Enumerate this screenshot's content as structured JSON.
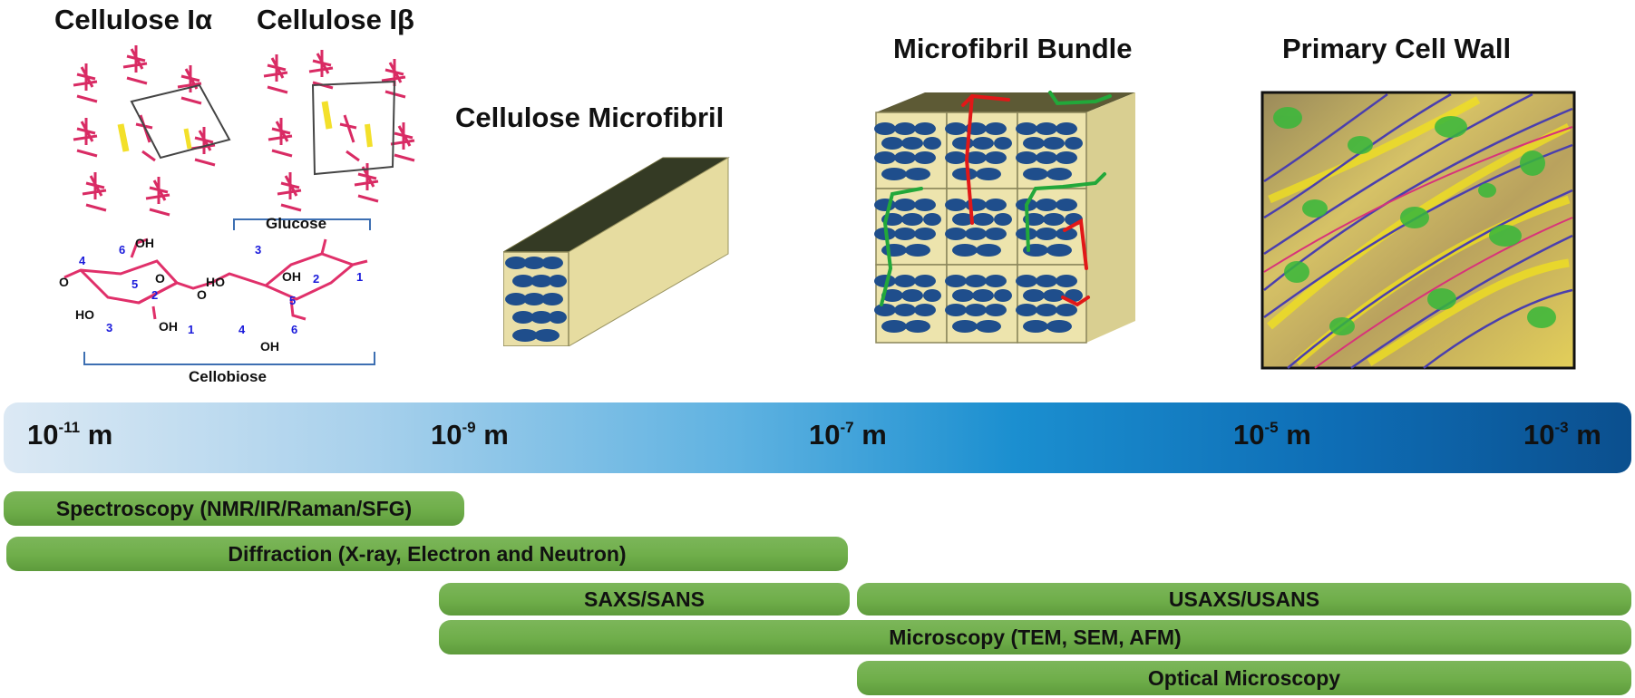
{
  "panels": {
    "cellulose_ia": "Cellulose Iα",
    "cellulose_ib": "Cellulose Iβ",
    "microfibril": "Cellulose Microfibril",
    "bundle": "Microfibril Bundle",
    "cell_wall": "Primary Cell Wall"
  },
  "structure": {
    "glucose_label": "Glucose",
    "cellobiose_label": "Cellobiose",
    "atoms": [
      "OH",
      "HO",
      "OH",
      "HO",
      "OH",
      "OH",
      "O",
      "O",
      "O"
    ],
    "numbers_left": [
      "4",
      "6",
      "5",
      "2",
      "3",
      "1"
    ],
    "numbers_right": [
      "3",
      "2",
      "1",
      "5",
      "4",
      "6"
    ]
  },
  "scale": {
    "ticks": [
      {
        "base": "10",
        "exp": "-11",
        "unit": "m"
      },
      {
        "base": "10",
        "exp": "-9",
        "unit": "m"
      },
      {
        "base": "10",
        "exp": "-7",
        "unit": "m"
      },
      {
        "base": "10",
        "exp": "-5",
        "unit": "m"
      },
      {
        "base": "10",
        "exp": "-3",
        "unit": "m"
      }
    ]
  },
  "techniques": [
    "Spectroscopy (NMR/IR/Raman/SFG)",
    "Diffraction (X-ray, Electron and Neutron)",
    "SAXS/SANS",
    "USAXS/USANS",
    "Microscopy (TEM, SEM, AFM)",
    "Optical Microscopy"
  ],
  "colors": {
    "bar_green": "#6fae4a",
    "scale_start": "#dce9f4",
    "scale_end": "#0b4f8e",
    "fiber_blue": "#1f4e8c",
    "box_tan": "#e8dfa6",
    "bond_pink": "#e0306a",
    "number_blue": "#1a1adb"
  }
}
